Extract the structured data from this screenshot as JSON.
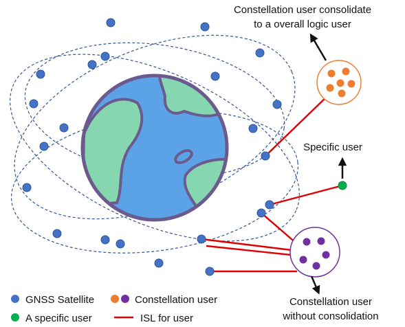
{
  "colors": {
    "satellite": "#4472C4",
    "satellite_stroke": "#2F5597",
    "orbit": "#2F5597",
    "isl": "#E00000",
    "constellation_orange": "#ED7D31",
    "constellation_purple": "#7030A0",
    "specific_user": "#00B050",
    "ocean": "#5BA3E6",
    "land": "#86D6B0",
    "earth_outline": "#6B5A8E"
  },
  "labels": {
    "consolidated_line1": "Constellation user consolidate",
    "consolidated_line2": "to a overall logic user",
    "specific_user": "Specific user",
    "without_consolidation_line1": "Constellation user",
    "without_consolidation_line2": "without consolidation"
  },
  "legend": {
    "satellite": "GNSS Satellite",
    "constellation_user": "Constellation user",
    "specific_user": "A specific  user",
    "isl": "ISL for user"
  },
  "icons": {
    "satellite": "blue-dot-icon",
    "constellation_user": "orange-purple-dot-icon",
    "specific_user": "green-dot-icon",
    "isl": "red-line-icon",
    "earth": "earth-globe-icon"
  }
}
